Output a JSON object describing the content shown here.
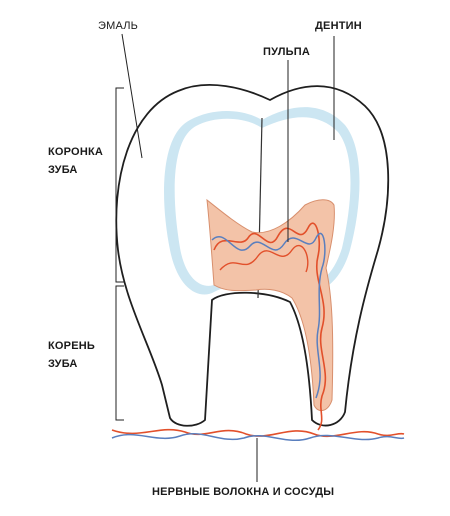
{
  "labels": {
    "enamel": "ЭМАЛЬ",
    "dentin": "ДЕНТИН",
    "pulp": "ПУЛЬПА",
    "crown_line1": "КОРОНКА",
    "crown_line2": "ЗУБА",
    "root_line1": "КОРЕНЬ",
    "root_line2": "ЗУБА",
    "nerves": "НЕРВНЫЕ ВОЛОКНА И СОСУДЫ"
  },
  "colors": {
    "enamel": "#cce6f2",
    "pulp": "#f3c3a8",
    "vessel_red": "#e2502b",
    "vessel_blue": "#5a7fbe",
    "outline": "#1f1f1f"
  }
}
